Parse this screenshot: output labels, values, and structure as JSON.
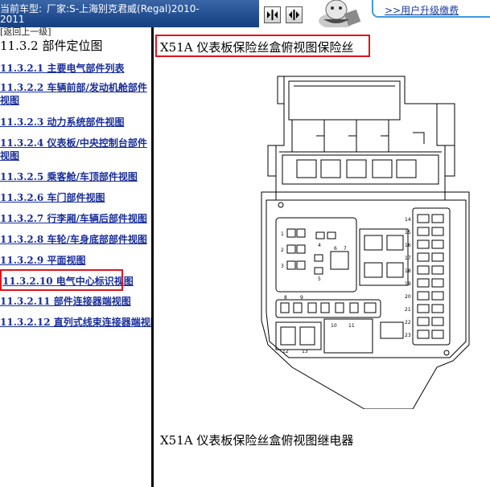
{
  "topbar": {
    "vehicle_label": "当前车型:",
    "vehicle_manufacturer": "厂家:S-上海别克君威(Regal)2010-",
    "vehicle_year": "2011",
    "upgrade_top_text": "",
    "upgrade_link": ">>用户升级缴费"
  },
  "sidebar": {
    "back_link": "[返回上一级]",
    "section_title": "11.3.2 部件定位图",
    "items": [
      {
        "label": "11.3.2.1 主要电气部件列表"
      },
      {
        "label": "11.3.2.2 车辆前部/发动机舱部件视图"
      },
      {
        "label": "11.3.2.3 动力系统部件视图"
      },
      {
        "label": "11.3.2.4 仪表板/中央控制台部件视图"
      },
      {
        "label": "11.3.2.5 乘客舱/车顶部件视图"
      },
      {
        "label": "11.3.2.6 车门部件视图"
      },
      {
        "label": "11.3.2.7 行李厢/车辆后部件视图"
      },
      {
        "label": "11.3.2.8 车轮/车身底部部件视图"
      },
      {
        "label": "11.3.2.9 平面视图"
      },
      {
        "label": "11.3.2.10 电气中心标识视图"
      },
      {
        "label": "11.3.2.11 部件连接器端视图"
      },
      {
        "label": "11.3.2.12 直列式线束连接器端视图"
      }
    ],
    "selected_index": 9
  },
  "main": {
    "heading": "X51A 仪表板保险丝盒俯视图保险丝",
    "subheading": "X51A 仪表板保险丝盒俯视图继电器",
    "diagram_labels": {
      "fuses_left": [
        "1",
        "2",
        "3"
      ],
      "fuses_mid": [
        "4",
        "5",
        "6",
        "7"
      ],
      "fuses_right": [
        "14",
        "15",
        "16",
        "17",
        "18",
        "19",
        "20",
        "21",
        "22",
        "23"
      ],
      "fuses_bottom": [
        "8",
        "9",
        "10",
        "11",
        "12",
        "13"
      ]
    }
  },
  "colors": {
    "highlight": "#e0141b",
    "link": "#1a2f9a",
    "titlebar": "#1e4a8c",
    "upgrade_border": "#3d9be0"
  }
}
